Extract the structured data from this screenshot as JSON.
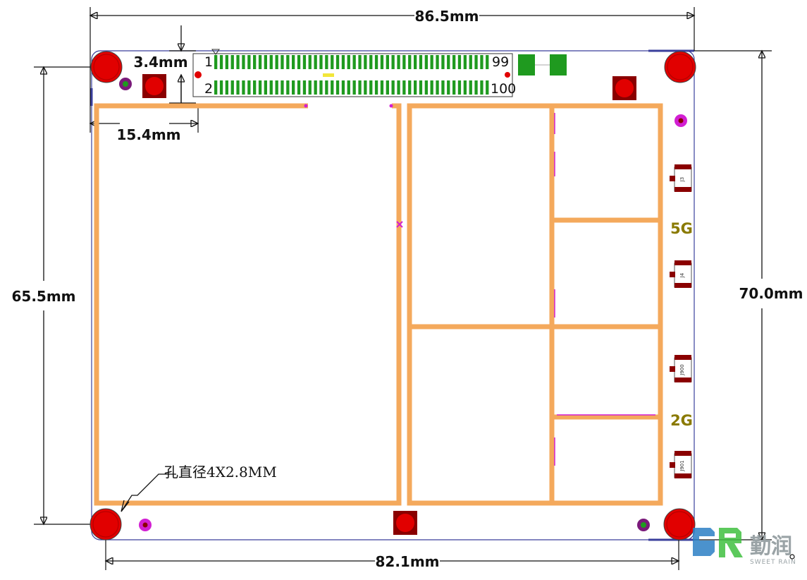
{
  "dimensions": {
    "width_top": "86.5mm",
    "height_left": "65.5mm",
    "height_right": "70.0mm",
    "width_bottom": "82.1mm",
    "edge_offset_vertical": "3.4mm",
    "edge_offset_horizontal": "15.4mm"
  },
  "connector": {
    "pin_1": "1",
    "pin_2": "2",
    "pin_99": "99",
    "pin_100": "100"
  },
  "bands": {
    "upper": "5G",
    "lower": "2G"
  },
  "antenna_labels": [
    "J3",
    "J4",
    "J900",
    "J901"
  ],
  "hole_note": "孔直径4X2.8MM",
  "logo": {
    "name_cn": "勤润",
    "name_en": "SWEET RAIN"
  },
  "colors": {
    "board_outline": "#3a3f9c",
    "shield": "#f4a95c",
    "mounting_hole": "#e10000",
    "connector_pins": "#1f9a1f",
    "via": "#d21fd2",
    "pad": "#8a0000",
    "band_label": "#8a7a00",
    "logo_blue": "#2b7fc4",
    "logo_green": "#3fbf3f"
  }
}
